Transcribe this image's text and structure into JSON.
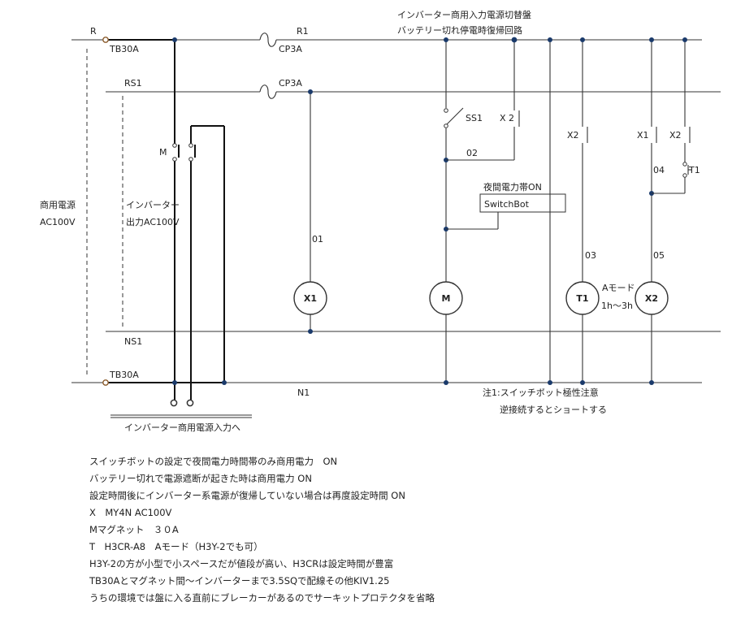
{
  "diagram": {
    "header_1": "インバーター商用入力電源切替盤",
    "header_2": "バッテリー切れ停電時復帰回路",
    "left_1": "商用電源",
    "left_2": "AC100V",
    "inv_1": "インバーター",
    "inv_2": "出力AC100V",
    "bottom_label": "インバーター商用電源入力へ",
    "line_r": "R",
    "line_r1": "R1",
    "line_rs1": "RS1",
    "line_ns1": "NS1",
    "line_n1": "N1",
    "tb_top": "TB30A",
    "tb_bottom": "TB30A",
    "fuse_1": "CP3A",
    "fuse_2": "CP3A",
    "contact_m": "M",
    "contact_ss1": "SS1",
    "contact_x2_a": "X 2",
    "contact_x2_b": "X2",
    "contact_x1": "X1",
    "contact_x2_c": "X2",
    "contact_t1": "T1",
    "wire_01": "01",
    "wire_02": "02",
    "wire_03": "03",
    "wire_04": "04",
    "wire_05": "05",
    "coil_x1": "X1",
    "coil_m": "M",
    "coil_t1": "T1",
    "coil_x2": "X2",
    "night_label": "夜間電力帯ON",
    "switchbot": "SwitchBot",
    "mode_1": "Aモード",
    "mode_2": "1h～3h",
    "note_1": "注1:スイッチボット極性注意",
    "note_2": "逆接続するとショートする"
  },
  "notes": [
    "スイッチボットの設定で夜間電力時間帯のみ商用電力　ON",
    "バッテリー切れで電源遮断が起きた時は商用電力 ON",
    "設定時間後にインバーター系電源が復帰していない場合は再度設定時間 ON",
    "X　MY4N AC100V",
    "Mマグネット　３０A",
    "T　H3CR-A8　Aモード（H3Y-2でも可）",
    "H3Y-2の方が小型で小スペースだが値段が高い、H3CRは設定時間が豊富",
    "TB30Aとマグネット間～インバーターまで3.5SQで配線その他KIV1.25",
    "うちの環境では盤に入る直前にブレーカーがあるのでサーキットプロテクタを省略"
  ]
}
